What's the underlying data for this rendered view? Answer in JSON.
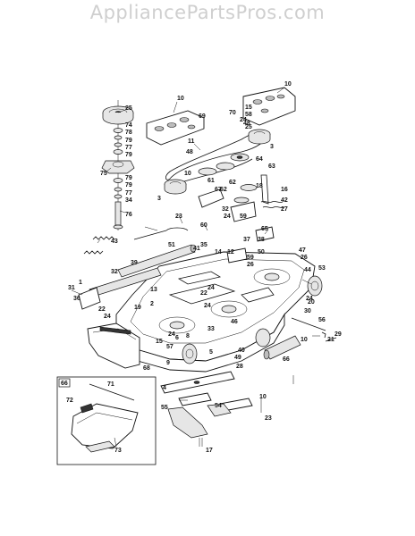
{
  "watermark": "AppliancePartsPros.com",
  "inset": {
    "label": "66"
  },
  "callouts": [
    {
      "id": "c10a",
      "text": "10"
    },
    {
      "id": "c10b",
      "text": "10"
    },
    {
      "id": "c25a",
      "text": "25"
    },
    {
      "id": "c74",
      "text": "74"
    },
    {
      "id": "c78",
      "text": "78"
    },
    {
      "id": "c79a",
      "text": "79"
    },
    {
      "id": "c79b",
      "text": "79"
    },
    {
      "id": "c77a",
      "text": "77"
    },
    {
      "id": "c79c",
      "text": "79"
    },
    {
      "id": "c75",
      "text": "75"
    },
    {
      "id": "c79d",
      "text": "79"
    },
    {
      "id": "c77b",
      "text": "77"
    },
    {
      "id": "c34",
      "text": "34"
    },
    {
      "id": "c76",
      "text": "76"
    },
    {
      "id": "c69",
      "text": "69"
    },
    {
      "id": "c70",
      "text": "70"
    },
    {
      "id": "c15",
      "text": "15"
    },
    {
      "id": "c58",
      "text": "58"
    },
    {
      "id": "c48a",
      "text": "48"
    },
    {
      "id": "c24a",
      "text": "24"
    },
    {
      "id": "c25b",
      "text": "25"
    },
    {
      "id": "c11",
      "text": "11"
    },
    {
      "id": "c48b",
      "text": "48"
    },
    {
      "id": "c3a",
      "text": "3"
    },
    {
      "id": "c64",
      "text": "64"
    },
    {
      "id": "c63",
      "text": "63"
    },
    {
      "id": "c62a",
      "text": "62"
    },
    {
      "id": "c61",
      "text": "61"
    },
    {
      "id": "c10c",
      "text": "10"
    },
    {
      "id": "c18",
      "text": "18"
    },
    {
      "id": "c3b",
      "text": "3"
    },
    {
      "id": "c67",
      "text": "67"
    },
    {
      "id": "c62b",
      "text": "62"
    },
    {
      "id": "c16",
      "text": "16"
    },
    {
      "id": "c42",
      "text": "42"
    },
    {
      "id": "c27",
      "text": "27"
    },
    {
      "id": "c23a",
      "text": "23"
    },
    {
      "id": "c60",
      "text": "60"
    },
    {
      "id": "c32a",
      "text": "32"
    },
    {
      "id": "c24b",
      "text": "24"
    },
    {
      "id": "c59a",
      "text": "59"
    },
    {
      "id": "c65",
      "text": "65"
    },
    {
      "id": "c43",
      "text": "43"
    },
    {
      "id": "c37",
      "text": "37"
    },
    {
      "id": "c41",
      "text": "41"
    },
    {
      "id": "c35",
      "text": "35"
    },
    {
      "id": "c12",
      "text": "12"
    },
    {
      "id": "c38",
      "text": "38"
    },
    {
      "id": "c47",
      "text": "47"
    },
    {
      "id": "c26a",
      "text": "26"
    },
    {
      "id": "c50",
      "text": "50"
    },
    {
      "id": "c51",
      "text": "51"
    },
    {
      "id": "c39",
      "text": "39"
    },
    {
      "id": "c32b",
      "text": "32"
    },
    {
      "id": "c31",
      "text": "31"
    },
    {
      "id": "c1",
      "text": "1"
    },
    {
      "id": "c36",
      "text": "36"
    },
    {
      "id": "c14",
      "text": "14"
    },
    {
      "id": "c44",
      "text": "44"
    },
    {
      "id": "c53",
      "text": "53"
    },
    {
      "id": "c13",
      "text": "13"
    },
    {
      "id": "c2",
      "text": "2"
    },
    {
      "id": "c22a",
      "text": "22"
    },
    {
      "id": "c24c",
      "text": "24"
    },
    {
      "id": "c22b",
      "text": "22"
    },
    {
      "id": "c24d",
      "text": "24"
    },
    {
      "id": "c19",
      "text": "19"
    },
    {
      "id": "c33",
      "text": "33"
    },
    {
      "id": "c46",
      "text": "46"
    },
    {
      "id": "c20",
      "text": "20"
    },
    {
      "id": "c24e",
      "text": "24"
    },
    {
      "id": "c30",
      "text": "30"
    },
    {
      "id": "c56",
      "text": "56"
    },
    {
      "id": "c57",
      "text": "57"
    },
    {
      "id": "c15b",
      "text": "15"
    },
    {
      "id": "c6",
      "text": "6"
    },
    {
      "id": "c8",
      "text": "8"
    },
    {
      "id": "c24f",
      "text": "24"
    },
    {
      "id": "c9",
      "text": "9"
    },
    {
      "id": "c40",
      "text": "40"
    },
    {
      "id": "c49",
      "text": "49"
    },
    {
      "id": "c28",
      "text": "28"
    },
    {
      "id": "c66",
      "text": "66"
    },
    {
      "id": "c10d",
      "text": "10"
    },
    {
      "id": "c21",
      "text": "21"
    },
    {
      "id": "c29",
      "text": "29"
    },
    {
      "id": "c5",
      "text": "5"
    },
    {
      "id": "c68",
      "text": "68"
    },
    {
      "id": "c71",
      "text": "71"
    },
    {
      "id": "c72",
      "text": "72"
    },
    {
      "id": "c4",
      "text": "4"
    },
    {
      "id": "c55",
      "text": "55"
    },
    {
      "id": "c54",
      "text": "54"
    },
    {
      "id": "c10e",
      "text": "10"
    },
    {
      "id": "c23b",
      "text": "23"
    },
    {
      "id": "c17",
      "text": "17"
    },
    {
      "id": "c73",
      "text": "73"
    },
    {
      "id": "c26b",
      "text": "26"
    },
    {
      "id": "c59b",
      "text": "59"
    },
    {
      "id": "c24g",
      "text": "24"
    }
  ]
}
